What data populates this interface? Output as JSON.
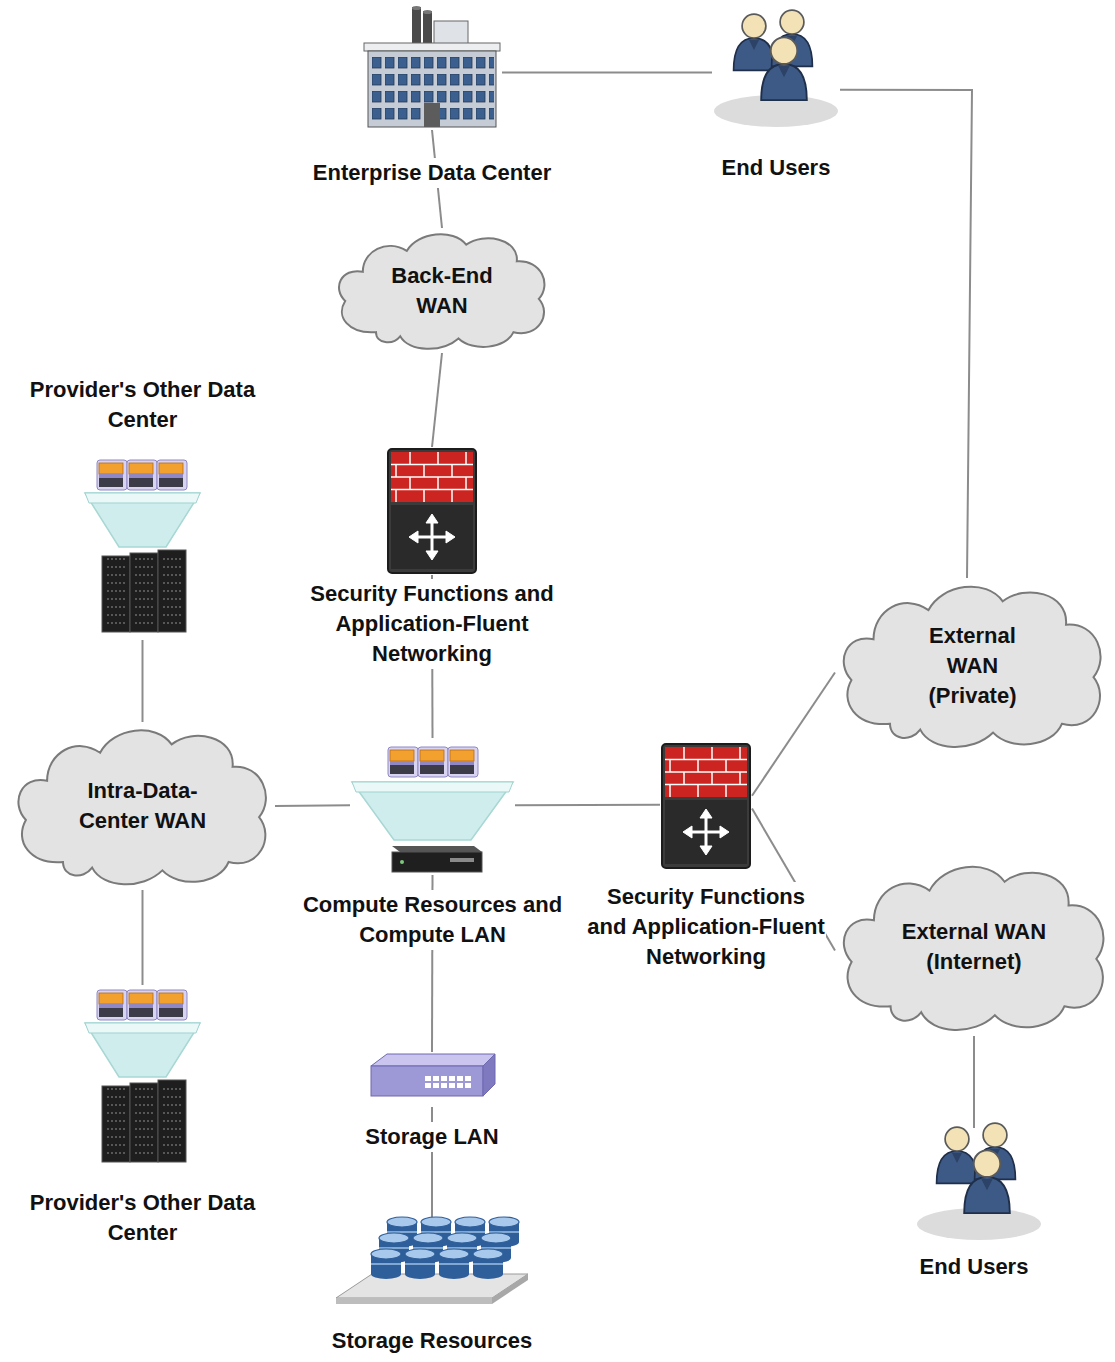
{
  "diagram": {
    "nodes": [
      {
        "text": [
          "Enterprise Data Center"
        ]
      },
      {
        "text": [
          "End Users"
        ]
      },
      {
        "text": [
          "Back-End WAN"
        ]
      },
      {
        "text": [
          "Provider's Other Data Center"
        ]
      },
      {
        "text": [
          "Security Functions and Application-Fluent Networking"
        ]
      },
      {
        "text": [
          "External WAN (Private)"
        ]
      },
      {
        "text": [
          "Intra-Data-Center WAN"
        ]
      },
      {
        "text": [
          "Compute Resources and Compute LAN"
        ]
      },
      {
        "text": [
          "Security Functions and Application-Fluent Networking"
        ]
      },
      {
        "text": [
          "External WAN (Internet)"
        ]
      },
      {
        "text": [
          "Provider's Other Data Center"
        ]
      },
      {
        "text": [
          "Storage LAN"
        ]
      },
      {
        "text": [
          "End Users"
        ]
      },
      {
        "text": [
          "Storage Resources"
        ]
      }
    ],
    "edges": [
      {
        "from": 0,
        "to": 1,
        "arrow": "none"
      },
      {
        "from": 0,
        "to": 2,
        "arrow": "none"
      },
      {
        "from": 1,
        "to": 5,
        "arrow": "none"
      },
      {
        "from": 2,
        "to": 4,
        "arrow": "none"
      },
      {
        "from": 4,
        "to": 7,
        "arrow": "none"
      },
      {
        "from": 3,
        "to": 6,
        "arrow": "none"
      },
      {
        "from": 6,
        "to": 7,
        "arrow": "none"
      },
      {
        "from": 6,
        "to": 10,
        "arrow": "none"
      },
      {
        "from": 7,
        "to": 8,
        "arrow": "none"
      },
      {
        "from": 8,
        "to": 5,
        "arrow": "none"
      },
      {
        "from": 8,
        "to": 9,
        "arrow": "none"
      },
      {
        "from": 9,
        "to": 12,
        "arrow": "none"
      },
      {
        "from": 7,
        "to": 11,
        "arrow": "none"
      },
      {
        "from": 11,
        "to": 13,
        "arrow": "none"
      }
    ]
  }
}
